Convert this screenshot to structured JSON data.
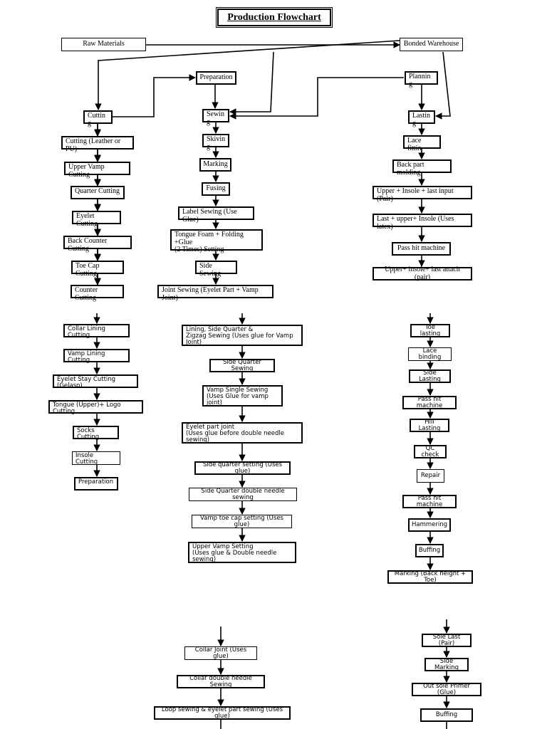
{
  "title": "Production Flowchart",
  "header": {
    "raw_materials": "Raw Materials",
    "bonded_warehouse": "Bonded Warehouse"
  },
  "left_column": {
    "cuttin": "Cuttin\ng",
    "steps_top": [
      "Cutting (Leather or\nPU)",
      "Upper Vamp Cutting",
      "Quarter Cutting",
      "Eyelet Cutting",
      "Back Counter Cutting",
      "Toe Cap\nCutting",
      "Counter Cutting"
    ],
    "steps_bottom": [
      "Collar Lining Cutting",
      "Vamp Lining Cutting",
      "Eyelet Stay Cutting (Gelaso)",
      "Tongue (Upper)+ Logo Cutting",
      "Socks Cutting",
      "Insole Cutting",
      "Preparation"
    ]
  },
  "middle_column": {
    "preparation": "Preparation",
    "steps_top": [
      "Sewin\ng",
      "Skivin\ng",
      "Marking",
      "Fusing",
      "Label Sewing (Use\nGlue)",
      "Tongue Foam + Folding\n+Glue\n(2 Times) Setting",
      "Side\nSewing",
      "Joint Sewing (Eyelet Part + Vamp\nJoint)"
    ],
    "steps_bottom": [
      "Lining, Side Quarter &\nZigzag Sewing (Uses glue for Vamp Joint)",
      "Side Quarter Sewing",
      "Vamp Single Sewing\n(Uses Glue for vamp joint)",
      "Eyelet part joint\n(Uses glue before double needle sewing)",
      "Side quarter setting (Uses glue)",
      "Side Quarter double needle sewing",
      "Vamp toe cap setting (Uses glue)",
      "Upper Vamp Setting\n(Uses glue & Double needle sewing)"
    ],
    "steps_final": [
      "Collar Joint (Uses glue)",
      "Collar double needle Sewing",
      "Loop sewing & eyelet part sewing (Uses glue)"
    ]
  },
  "right_column": {
    "plannin": "Plannin\ng",
    "steps_top": [
      "Lastin\ng",
      "Lace\nfittin",
      "Back part\nmolding",
      "Upper + Insole + last input\n(Pair)",
      "Last + upper+ Insole (Uses\nlatex)",
      "Pass hit machine",
      "Upper+ insole+ last attach (pair)"
    ],
    "steps_bottom": [
      "Toe lasting",
      "Lace binding",
      "Side Lasting",
      "Pass hit machine",
      "Hill Lasting",
      "QC check",
      "Repair",
      "Pass hit machine",
      "Hammering",
      "Buffing",
      "Marking (Back height + Toe)"
    ],
    "steps_final": [
      "Sole Last (Pair)",
      "Side Marking",
      "Out sole Primer (Glue)",
      "Buffing"
    ]
  }
}
